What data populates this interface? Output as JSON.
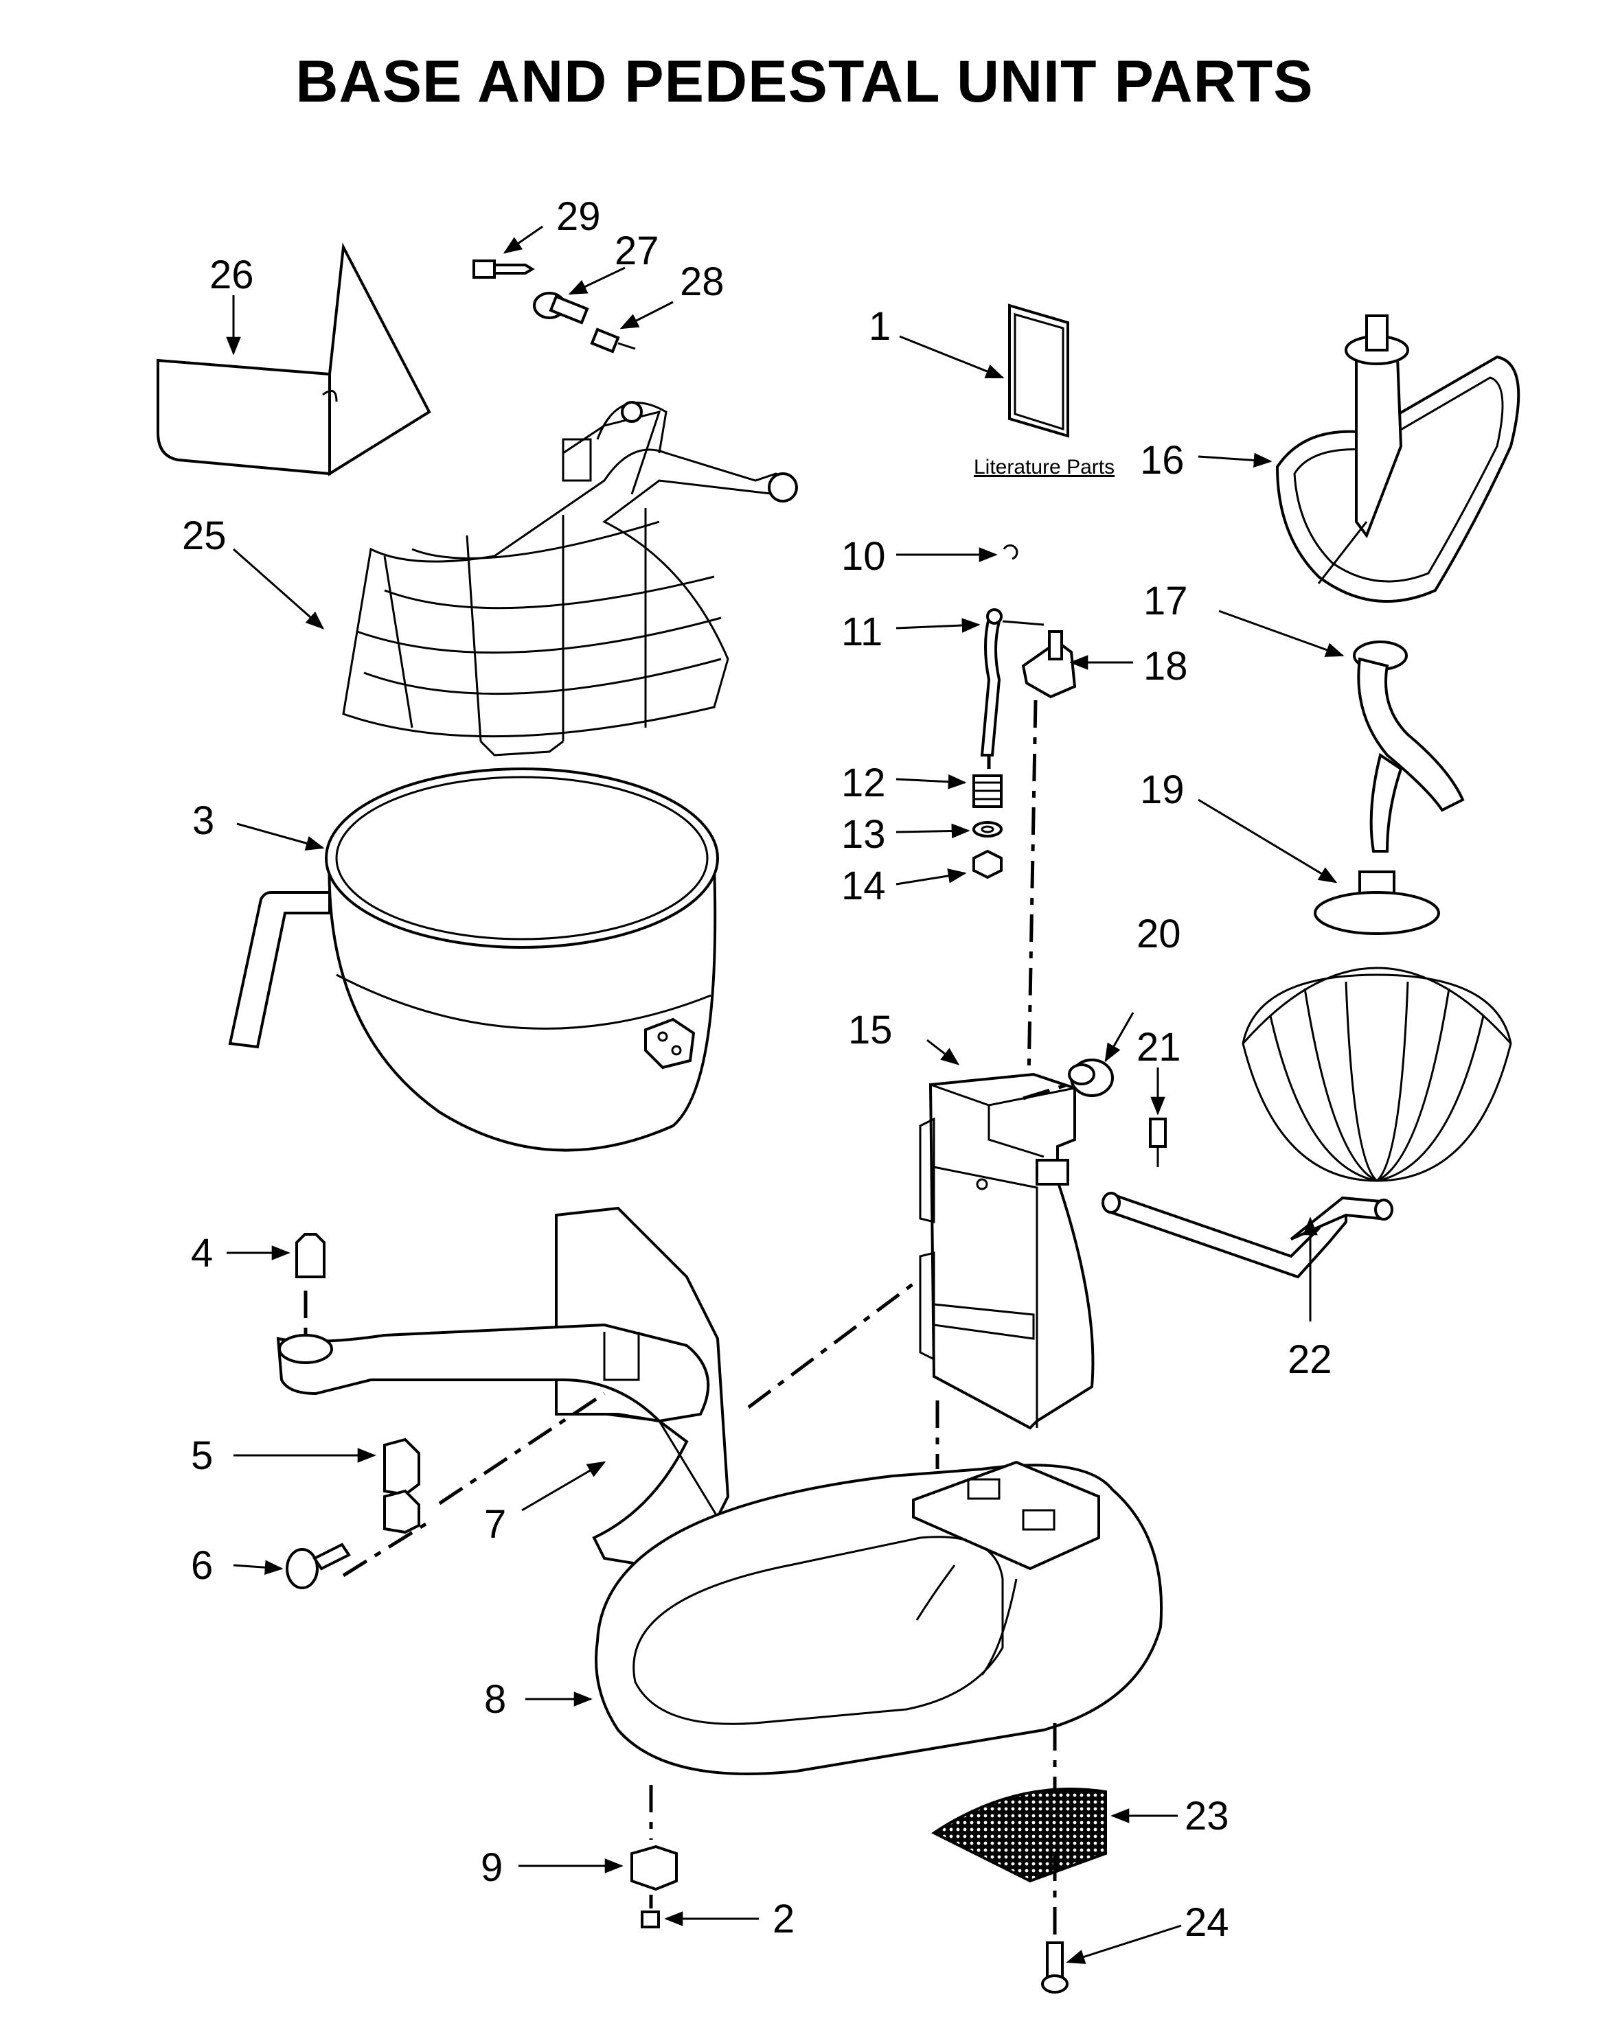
{
  "title": "BASE AND PEDESTAL UNIT PARTS",
  "literature_label": "Literature Parts",
  "callouts": {
    "c1": "1",
    "c2": "2",
    "c3": "3",
    "c4": "4",
    "c5": "5",
    "c6": "6",
    "c7": "7",
    "c8": "8",
    "c9": "9",
    "c10": "10",
    "c11": "11",
    "c12": "12",
    "c13": "13",
    "c14": "14",
    "c15": "15",
    "c16": "16",
    "c17": "17",
    "c18": "18",
    "c19": "19",
    "c20": "20",
    "c21": "21",
    "c22": "22",
    "c23": "23",
    "c24": "24",
    "c25": "25",
    "c26": "26",
    "c27": "27",
    "c28": "28",
    "c29": "29"
  }
}
